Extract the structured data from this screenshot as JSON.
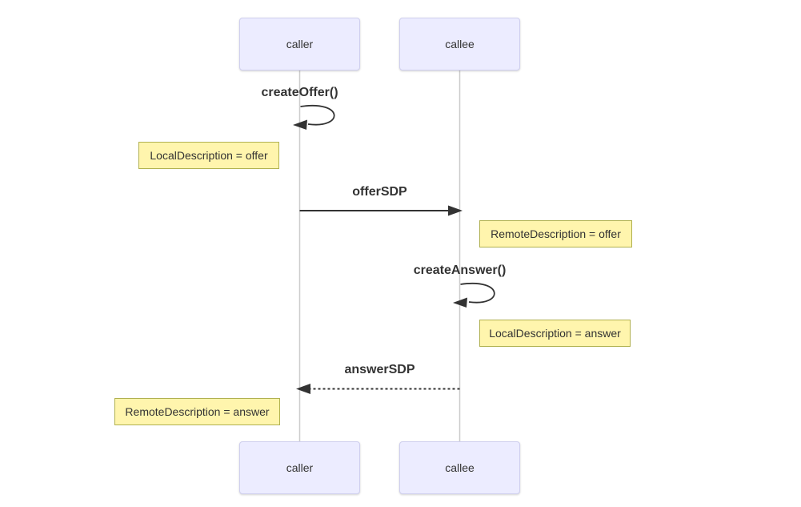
{
  "diagram_type": "sequence-diagram",
  "actors": [
    {
      "id": "caller",
      "label": "caller"
    },
    {
      "id": "callee",
      "label": "callee"
    }
  ],
  "messages": [
    {
      "label": "createOffer()",
      "from": "caller",
      "to": "caller",
      "line_style": "self-loop"
    },
    {
      "label": "offerSDP",
      "from": "caller",
      "to": "callee",
      "line_style": "solid"
    },
    {
      "label": "createAnswer()",
      "from": "callee",
      "to": "callee",
      "line_style": "self-loop"
    },
    {
      "label": "answerSDP",
      "from": "callee",
      "to": "caller",
      "line_style": "dashed"
    }
  ],
  "notes": [
    {
      "text": "LocalDescription = offer",
      "position": "left of caller"
    },
    {
      "text": "RemoteDescription = offer",
      "position": "right of callee"
    },
    {
      "text": "LocalDescription = answer",
      "position": "right of callee"
    },
    {
      "text": "RemoteDescription = answer",
      "position": "left of caller"
    }
  ],
  "colors": {
    "actor_fill": "#ececff",
    "actor_border": "#cfcfee",
    "note_fill": "#fff5ad",
    "note_border": "#b1b150",
    "arrow": "#333333",
    "lifeline": "#cccccc",
    "text": "#333333",
    "background": "#ffffff"
  }
}
